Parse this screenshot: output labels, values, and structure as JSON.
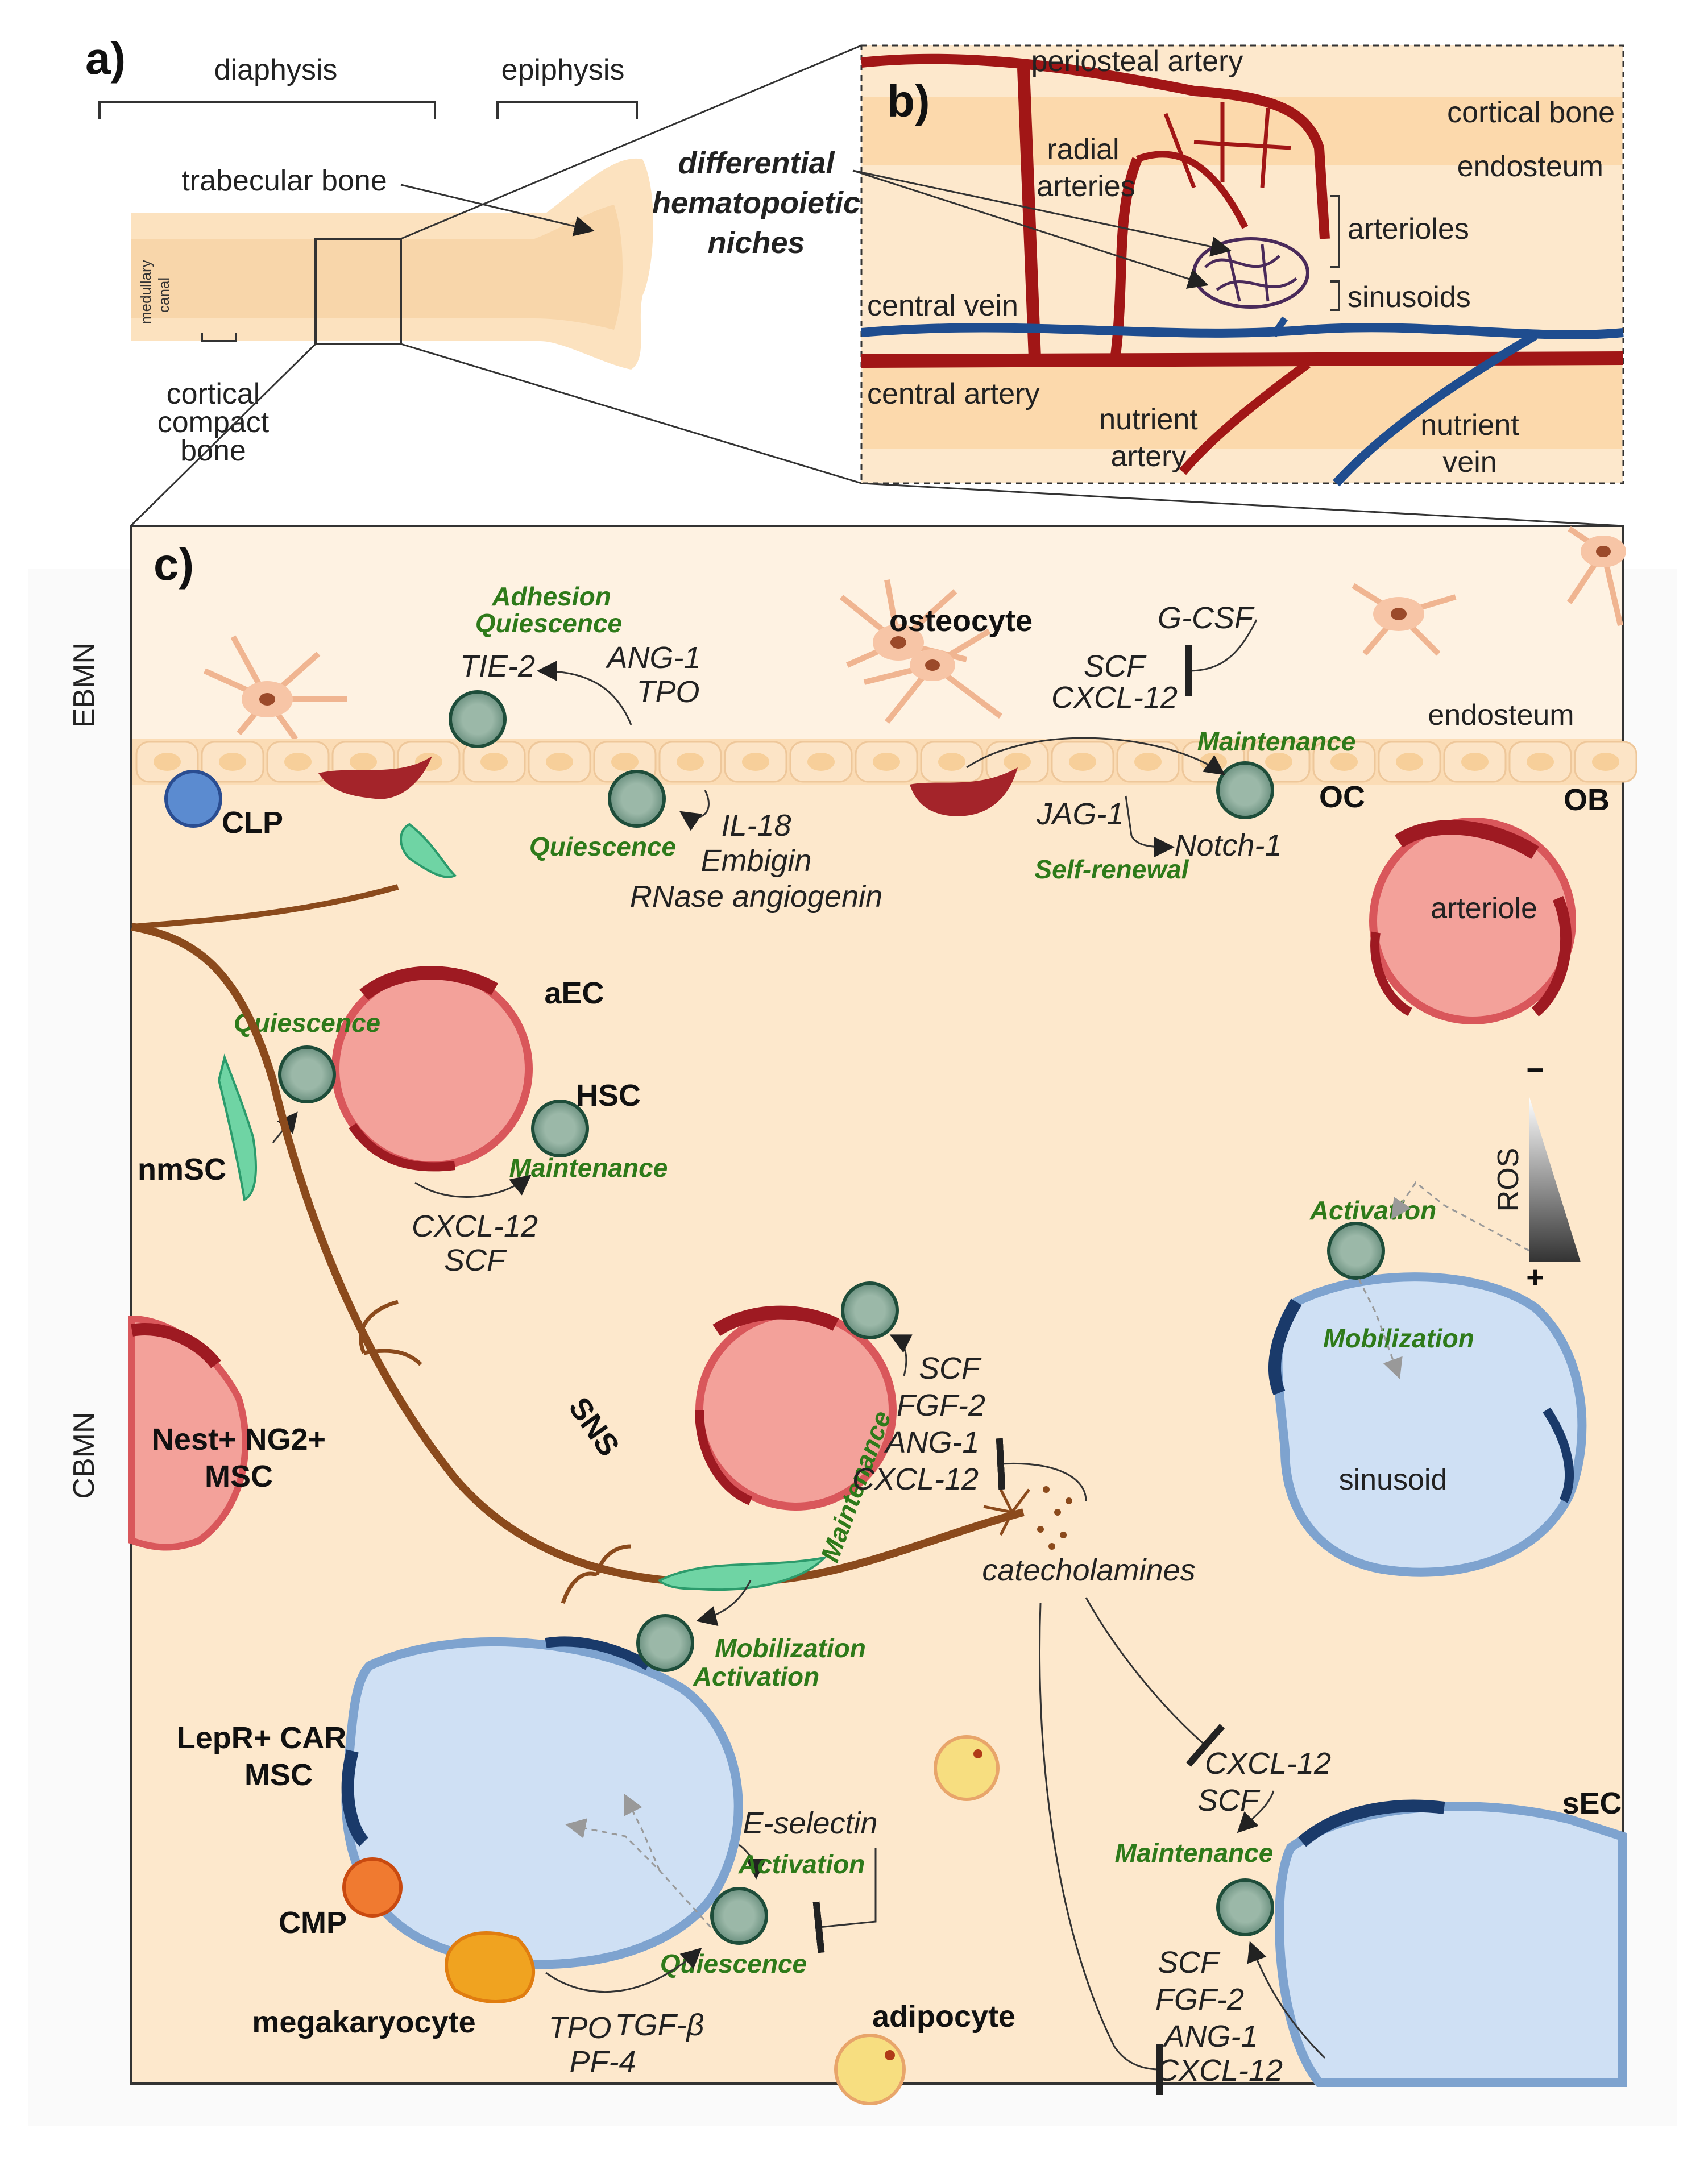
{
  "panel_a": {
    "label": "a)",
    "diaphysis": "diaphysis",
    "epiphysis": "epiphysis",
    "trabecular_bone": "trabecular bone",
    "medullary_canal_1": "medullary",
    "medullary_canal_2": "canal",
    "cortical_1": "cortical",
    "cortical_2": "compact",
    "cortical_3": "bone",
    "niches_1": "differential",
    "niches_2": "hematopoietic",
    "niches_3": "niches"
  },
  "panel_b": {
    "label": "b)",
    "periosteal_artery": "periosteal artery",
    "radial_1": "radial",
    "radial_2": "arteries",
    "cortical_bone": "cortical bone",
    "endosteum": "endosteum",
    "arterioles": "arterioles",
    "sinusoids": "sinusoids",
    "central_vein": "central vein",
    "central_artery": "central artery",
    "nutrient_artery_1": "nutrient",
    "nutrient_artery_2": "artery",
    "nutrient_vein_1": "nutrient",
    "nutrient_vein_2": "vein"
  },
  "panel_c": {
    "label": "c)",
    "ebmn": "EBMN",
    "cbmn": "CBMN",
    "osteocyte": "osteocyte",
    "endosteum": "endosteum",
    "clp": "CLP",
    "oc": "OC",
    "ob": "OB",
    "adhesion": "Adhesion",
    "quiescence": "Quiescence",
    "tie2": "TIE-2",
    "ang1": "ANG-1",
    "tpo": "TPO",
    "gcsf": "G-CSF",
    "scf": "SCF",
    "cxcl12": "CXCL-12",
    "maintenance": "Maintenance",
    "il18": "IL-18",
    "embigin": "Embigin",
    "rnase": "RNase angiogenin",
    "jag1": "JAG-1",
    "notch1": "Notch-1",
    "self_renewal": "Self-renewal",
    "arteriole": "arteriole",
    "aec": "aEC",
    "hsc": "HSC",
    "nmsc": "nmSC",
    "ros": "ROS",
    "minus": "−",
    "plus": "+",
    "activation": "Activation",
    "mobilization": "Mobilization",
    "sinusoid": "sinusoid",
    "sns": "SNS",
    "nest_msc_1": "Nest+ NG2+",
    "nest_msc_2": "MSC",
    "fgf2": "FGF-2",
    "catecholamines": "catecholamines",
    "lepr_1": "LepR+ CAR",
    "lepr_2": "MSC",
    "eselectin": "E-selectin",
    "cmp": "CMP",
    "megakaryocyte": "megakaryocyte",
    "tgfb": "TGF-β",
    "pf4": "PF-4",
    "adipocyte": "adipocyte",
    "sec": "sEC"
  },
  "colors": {
    "bone": "#fce2bf",
    "artery": "#a11616",
    "vein": "#1f4d8f",
    "nerve": "#8b4a1c",
    "hsc": "#7fa08f",
    "green_text": "#2e7a1a"
  }
}
